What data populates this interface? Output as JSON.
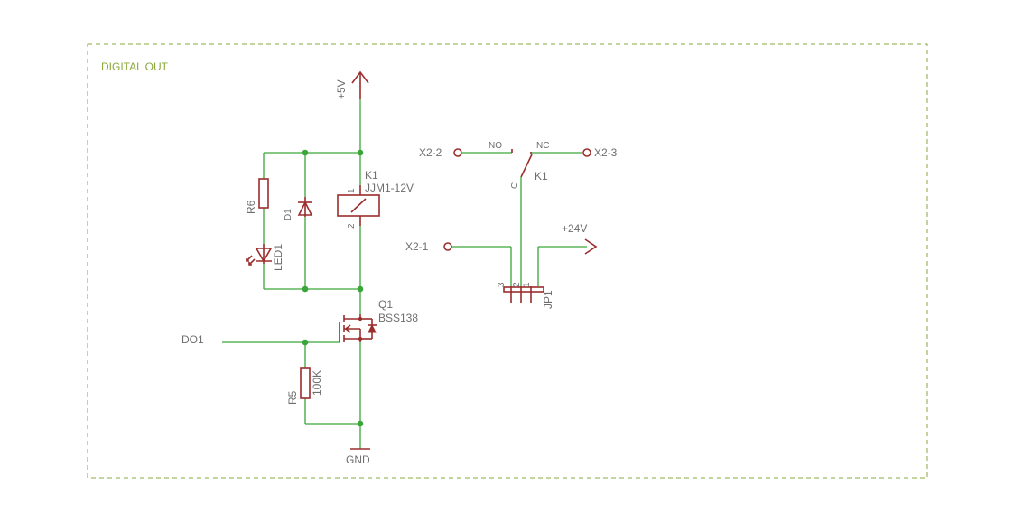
{
  "frame_title": "DIGITAL OUT",
  "power": {
    "vcc": "+5V",
    "v24": "+24V",
    "gnd": "GND"
  },
  "components": {
    "r6": "R6",
    "d1": "D1",
    "led1": "LED1",
    "k1_name": "K1",
    "k1_value": "JJM1-12V",
    "k1_pin1": "1",
    "k1_pin2": "2",
    "q1_name": "Q1",
    "q1_value": "BSS138",
    "r5_name": "R5",
    "r5_value": "100K",
    "jp1": "JP1",
    "jp1_pin1": "1",
    "jp1_pin2": "2",
    "jp1_pin3": "3",
    "switch_name": "K1",
    "switch_no": "NO",
    "switch_nc": "NC",
    "switch_c": "C"
  },
  "nets": {
    "input": "DO1"
  },
  "terminals": {
    "x2_1": "X2-1",
    "x2_2": "X2-2",
    "x2_3": "X2-3"
  },
  "colors": {
    "wire": "#3aa63a",
    "symbol": "#9b2d2d",
    "frame": "#8aa83c",
    "text": "#6e6e6e"
  }
}
